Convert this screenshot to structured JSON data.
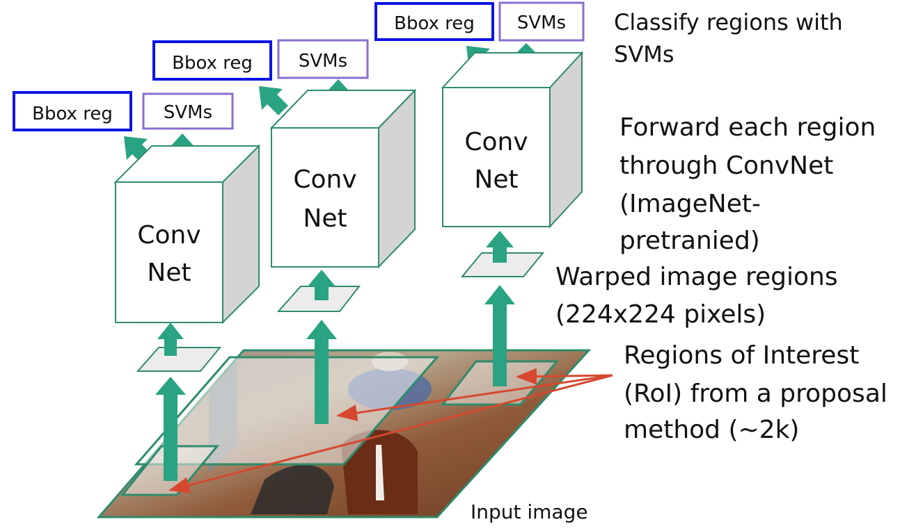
{
  "colors": {
    "arrow": "#2aa382",
    "bbox_border": "#0a14e6",
    "svm_border": "#8a6fcf",
    "cube_edge": "#2e8b6b",
    "cube_side": "#d4d4d4",
    "roi_line": "#d6482e",
    "region_fill": "#ececec"
  },
  "pipelines": [
    {
      "bbox_label": "Bbox reg",
      "svm_label": "SVMs",
      "net_line1": "Conv",
      "net_line2": "Net"
    },
    {
      "bbox_label": "Bbox reg",
      "svm_label": "SVMs",
      "net_line1": "Conv",
      "net_line2": "Net"
    },
    {
      "bbox_label": "Bbox reg",
      "svm_label": "SVMs",
      "net_line1": "Conv",
      "net_line2": "Net"
    }
  ],
  "annotations": {
    "classify": [
      "Classify regions with",
      "SVMs"
    ],
    "forward": [
      "Forward each region",
      "through ConvNet",
      "(ImageNet-",
      "pretranied)"
    ],
    "warped": [
      "Warped image regions",
      "(224x224 pixels)"
    ],
    "roi": [
      "Regions of Interest",
      "(RoI) from a proposal",
      "method (~2k)"
    ],
    "input": "Input image"
  }
}
